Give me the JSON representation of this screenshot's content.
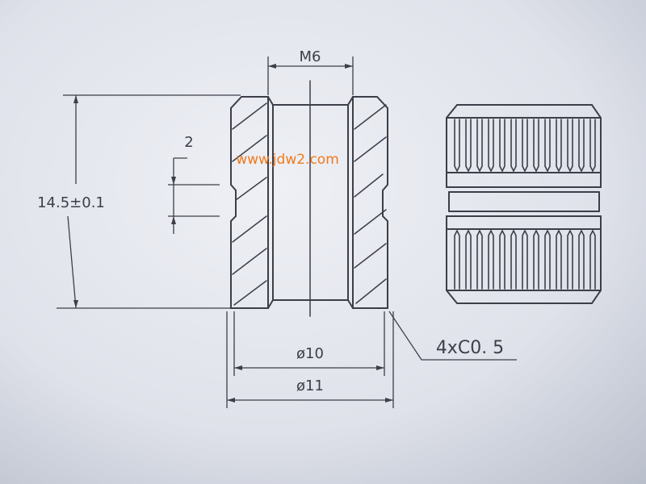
{
  "drawing": {
    "thread_label": "M6",
    "groove_label": "2",
    "height_label": "14.5±0.1",
    "inner_diameter_label": "ø10",
    "outer_diameter_label": "ø11",
    "chamfer_label": "4xC0. 5",
    "watermark": "www.jdw2.com"
  },
  "colors": {
    "paper": "#d9dde6",
    "ink": "#3c3f49",
    "watermark": "#f07a1a"
  }
}
